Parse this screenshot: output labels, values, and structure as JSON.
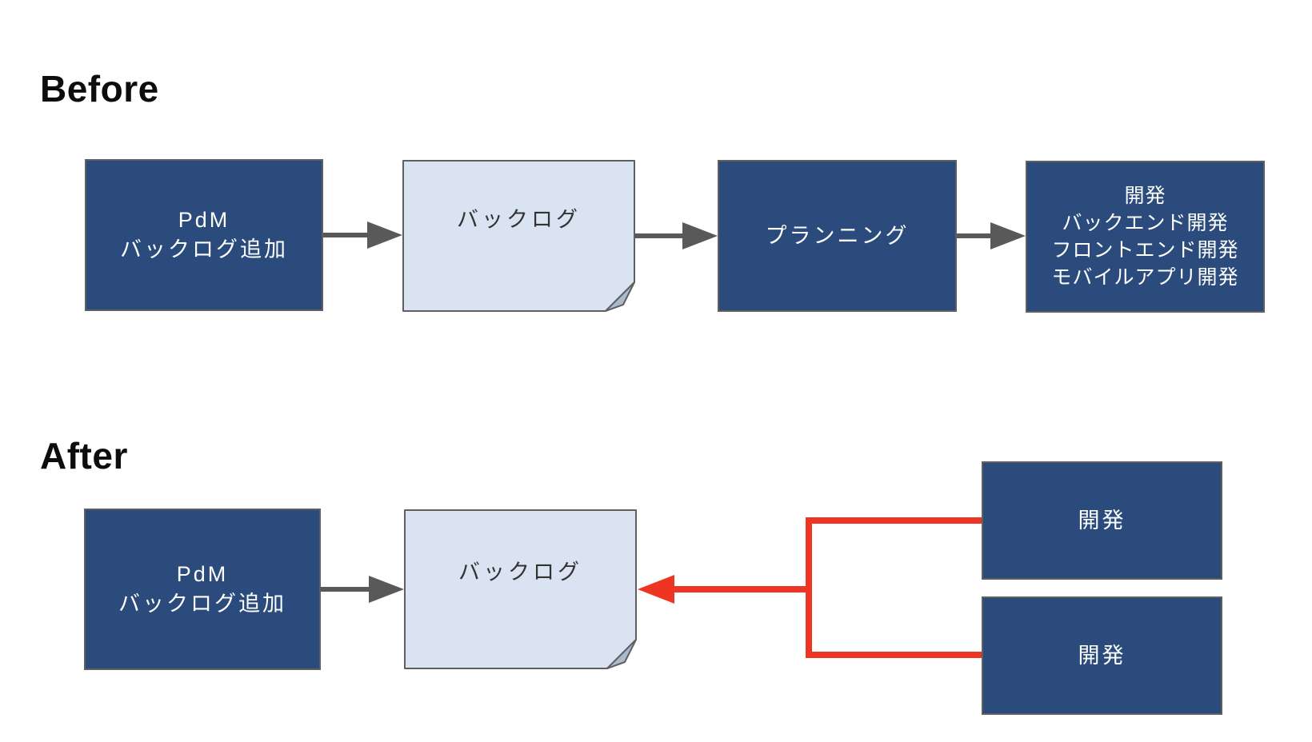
{
  "before": {
    "heading": "Before",
    "pdm_box": {
      "line1": "PdM",
      "line2": "バックログ追加"
    },
    "backlog_note": {
      "label": "バックログ"
    },
    "planning_box": {
      "label": "プランニング"
    },
    "dev_box": {
      "line1": "開発",
      "line2": "バックエンド開発",
      "line3": "フロントエンド開発",
      "line4": "モバイルアプリ開発"
    }
  },
  "after": {
    "heading": "After",
    "pdm_box": {
      "line1": "PdM",
      "line2": "バックログ追加"
    },
    "backlog_note": {
      "label": "バックログ"
    },
    "dev_box_top": {
      "label": "開発"
    },
    "dev_box_bottom": {
      "label": "開発"
    }
  },
  "colors": {
    "node_fill": "#2a4b7c",
    "node_text": "#ffffff",
    "note_fill": "#dae3f1",
    "note_fold": "#a9bacd",
    "note_text": "#333333",
    "shape_border": "#5f5f5f",
    "arrow_gray": "#595959",
    "arrow_red": "#ee3524",
    "heading_text": "#0d0d0d",
    "background": "#ffffff"
  }
}
